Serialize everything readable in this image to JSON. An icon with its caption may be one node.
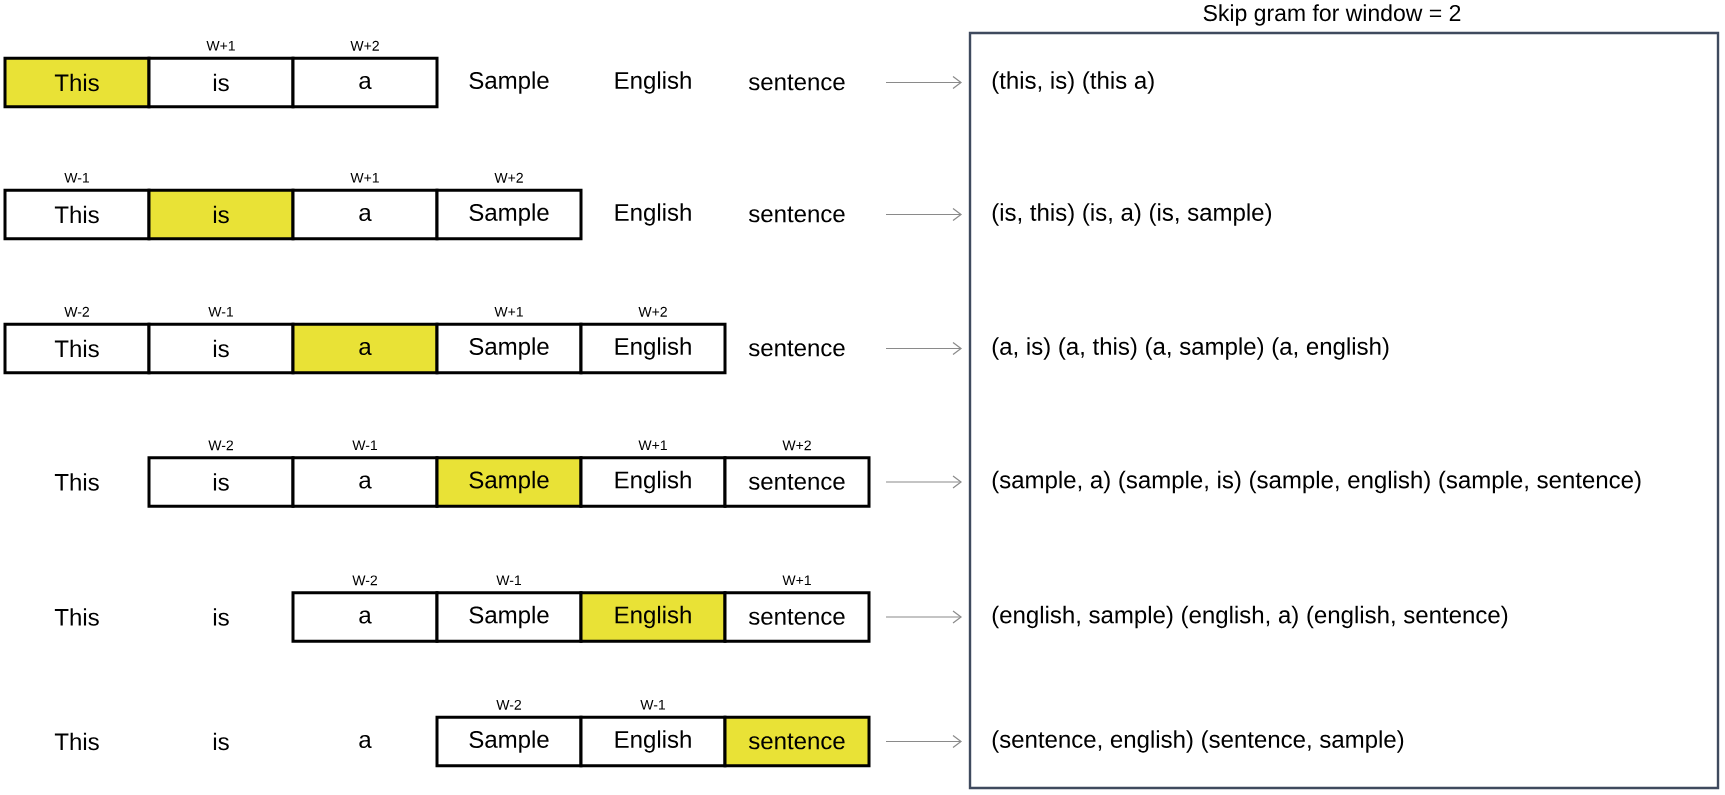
{
  "diagram": {
    "nodes": [
      {
        "text": [
          "Skip gram for window = 2"
        ]
      },
      {
        "text": [
          "This"
        ]
      },
      {
        "text": [
          "is"
        ],
        "beside": [
          "W+1"
        ]
      },
      {
        "text": [
          "a"
        ],
        "beside": [
          "W+2"
        ]
      },
      {
        "text": [
          "sentence"
        ]
      },
      {
        "text": [
          "(this, is) (this a)"
        ],
        "in": 0
      },
      {
        "text": [
          "This"
        ],
        "beside": [
          "W-1"
        ]
      },
      {
        "text": [
          "is"
        ]
      },
      {
        "text": [
          "a"
        ],
        "beside": [
          "W+1"
        ]
      },
      {
        "text": [
          "Sample"
        ],
        "beside": [
          "W+2"
        ]
      },
      {
        "text": [
          "sentence"
        ]
      },
      {
        "text": [
          "(is, this) (is, a) (is, sample)"
        ],
        "in": 0
      },
      {
        "text": [
          "This"
        ],
        "beside": [
          "W-2"
        ]
      },
      {
        "text": [
          "is"
        ],
        "beside": [
          "W-1"
        ]
      },
      {
        "text": [
          "a"
        ]
      },
      {
        "text": [
          "Sample"
        ],
        "beside": [
          "W+1"
        ]
      },
      {
        "text": [
          "English"
        ],
        "beside": [
          "W+2"
        ]
      },
      {
        "text": [
          "sentence"
        ]
      },
      {
        "text": [
          "(a, is) (a, this) (a, sample) (a, english)"
        ],
        "in": 0
      },
      {
        "text": [
          "is"
        ],
        "beside": [
          "W-2"
        ]
      },
      {
        "text": [
          "a"
        ],
        "beside": [
          "W-1"
        ]
      },
      {
        "text": [
          "Sample"
        ]
      },
      {
        "text": [
          "English"
        ],
        "beside": [
          "W+1"
        ]
      },
      {
        "text": [
          "sentence"
        ],
        "beside": [
          "W+2"
        ]
      },
      {
        "text": [
          "(sample, a) (sample, is) (sample, english) (sample, sentence)"
        ],
        "in": 0
      },
      {
        "text": [
          "a"
        ],
        "beside": [
          "W-2"
        ]
      },
      {
        "text": [
          "Sample"
        ],
        "beside": [
          "W-1"
        ]
      },
      {
        "text": [
          "English"
        ]
      },
      {
        "text": [
          "sentence"
        ],
        "beside": [
          "W+1"
        ]
      },
      {
        "text": [
          "(english, sample) (english, a) (english, sentence)"
        ],
        "in": 0
      },
      {
        "text": [
          "Sample"
        ],
        "beside": [
          "W-2"
        ]
      },
      {
        "text": [
          "English"
        ],
        "beside": [
          "W-1"
        ]
      },
      {
        "text": [
          "sentence"
        ]
      },
      {
        "text": [
          "(sentence, english) (sentence, sample)"
        ],
        "in": 0
      }
    ],
    "edges": [
      {
        "from": 4,
        "to": 5,
        "arrow": "to"
      },
      {
        "from": 10,
        "to": 11,
        "arrow": "to"
      },
      {
        "from": 17,
        "to": 18,
        "arrow": "to"
      },
      {
        "from": 23,
        "to": 24,
        "arrow": "to"
      },
      {
        "from": 28,
        "to": 29,
        "arrow": "to"
      },
      {
        "from": 32,
        "to": 33,
        "arrow": "to"
      }
    ],
    "labels": [
      "Sample",
      "English",
      "English",
      "This",
      "This",
      "is",
      "This",
      "is",
      "a"
    ]
  }
}
